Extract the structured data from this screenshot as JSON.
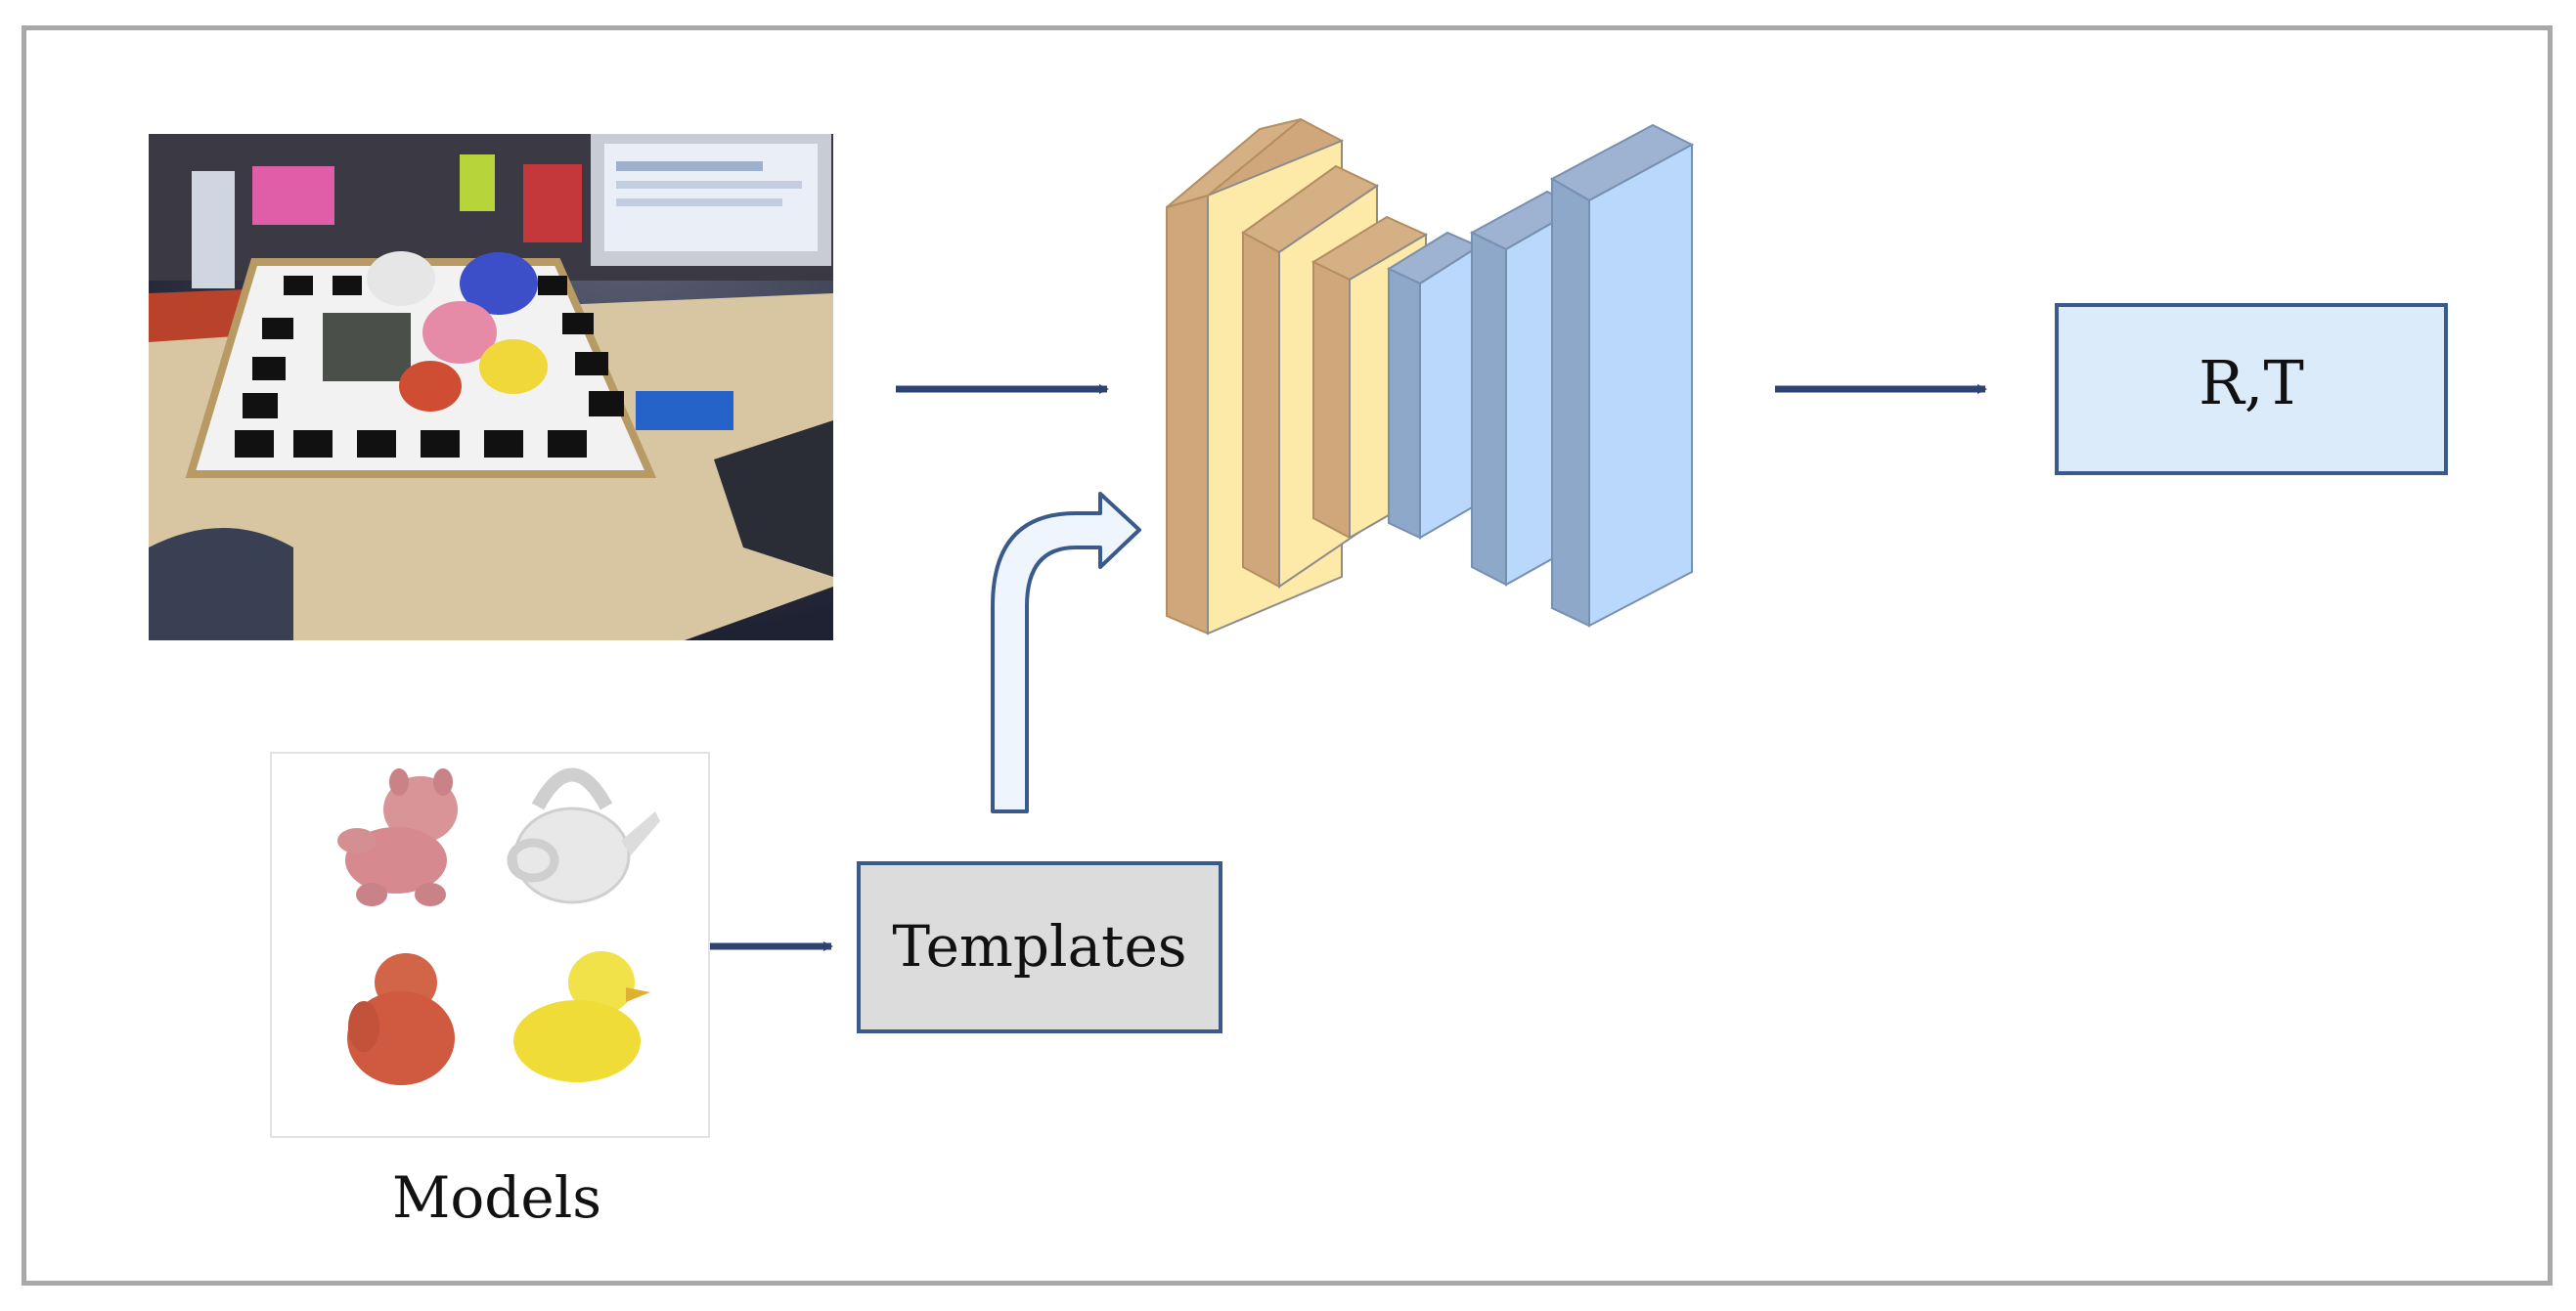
{
  "labels": {
    "output_box": "R,T",
    "templates_box": "Templates",
    "models_caption": "Models"
  },
  "colors": {
    "border": "#a8a8a8",
    "arrow": "#2f4373",
    "output_fill": "#dcebfa",
    "output_stroke": "#3a5a8c",
    "templates_fill": "#dcdcdc",
    "templates_stroke": "#3a5a8c",
    "encoder_front": "#fde9a8",
    "encoder_side": "#cfa77a",
    "decoder_front": "#b9d8fb",
    "decoder_side": "#8ea8c9",
    "curved_arrow_fill": "#eef5fc",
    "curved_arrow_stroke": "#3a5a8c"
  },
  "images": {
    "scene_photo": "cluttered-desk-scene-icon",
    "model_objects": [
      "cat-figurine-icon",
      "watering-can-icon",
      "ape-figurine-icon",
      "rubber-duck-icon"
    ]
  }
}
